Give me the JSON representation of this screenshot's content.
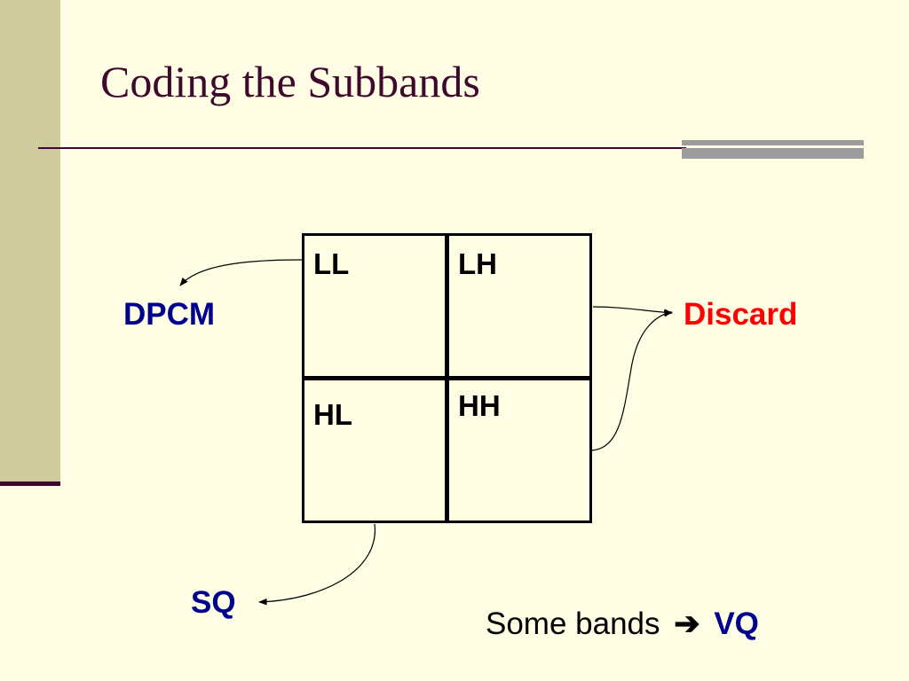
{
  "slide": {
    "title": "Coding the Subbands",
    "colors": {
      "background": "#FFFDE3",
      "sidebar": "#CECC9E",
      "title": "#3D0A2E",
      "accent": "#9C9C9C",
      "blue_label": "#00008E",
      "red_label": "#FF0000"
    }
  },
  "diagram": {
    "cells": {
      "ll": "LL",
      "lh": "LH",
      "hl": "HL",
      "hh": "HH"
    },
    "labels": {
      "dpcm": "DPCM",
      "discard": "Discard",
      "sq": "SQ"
    },
    "note": {
      "text": "Some bands",
      "arrow": "➔",
      "emphasis": "VQ"
    }
  }
}
